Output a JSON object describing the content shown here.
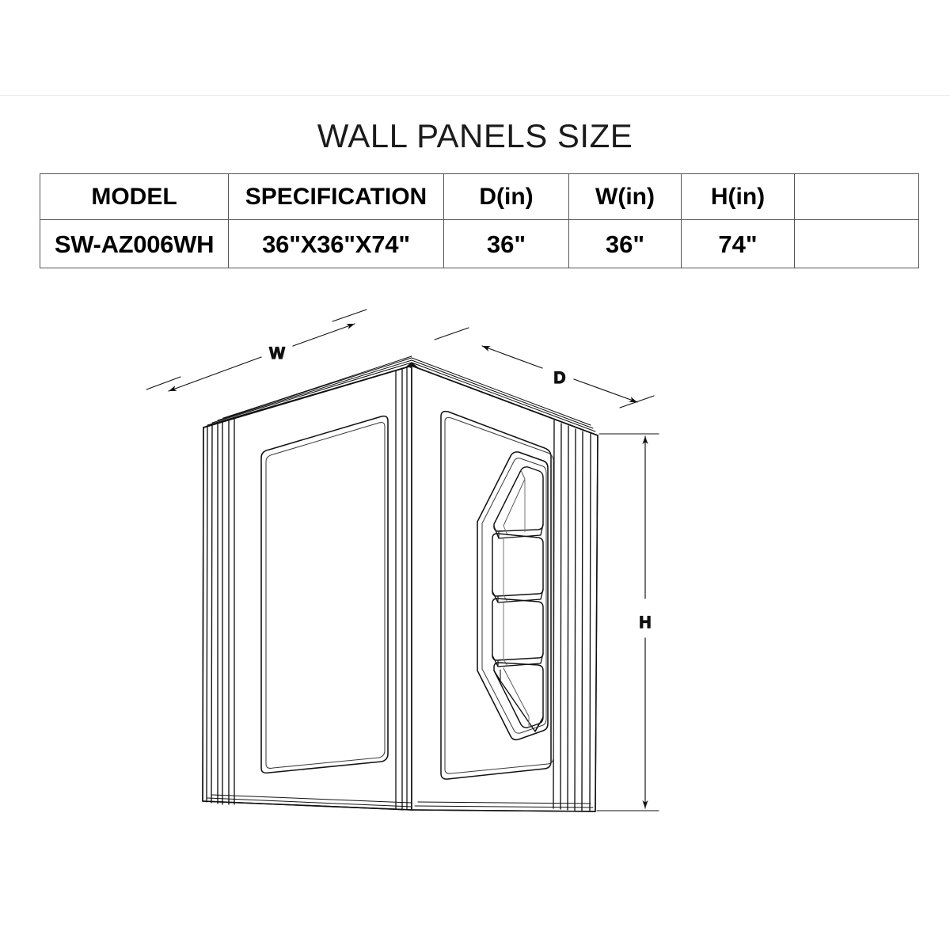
{
  "header": {
    "title": "WALL PANELS SIZE"
  },
  "spec_table": {
    "columns": [
      "MODEL",
      "SPECIFICATION",
      "D(in)",
      "W(in)",
      "H(in)",
      ""
    ],
    "rows": [
      {
        "model": "SW-AZ006WH",
        "specification": "36\"X36\"X74\"",
        "d_in": "36\"",
        "w_in": "36\"",
        "h_in": "74\"",
        "extra": ""
      }
    ]
  },
  "drawing": {
    "type": "isometric-corner-shower-wall-panel",
    "dimension_labels": {
      "width": "W",
      "depth": "D",
      "height": "H"
    },
    "shelf_count": 4,
    "line_color": "#1a1a1a",
    "fill_color": "#ffffff"
  }
}
